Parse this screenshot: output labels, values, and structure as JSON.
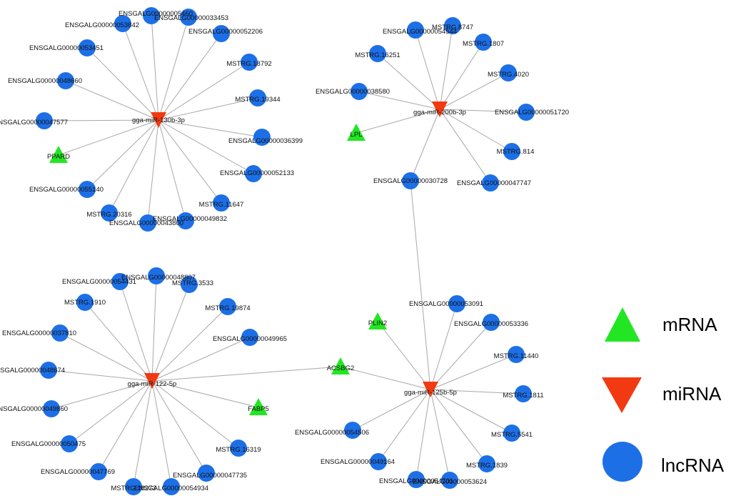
{
  "legend": [
    {
      "type": "mrna",
      "label": "mRNA"
    },
    {
      "type": "mirna",
      "label": "miRNA"
    },
    {
      "type": "lncrna",
      "label": "lncRNA"
    }
  ],
  "colors": {
    "mrna": "#22e622",
    "mirna": "#f23a12",
    "lncrna": "#1d6fe6",
    "edge": "#a8a8a8"
  },
  "nodes": [
    {
      "id": "m1",
      "type": "mirna",
      "label": "gga-miR-130b-3p"
    },
    {
      "id": "m2",
      "type": "mirna",
      "label": "gga-miR-200b-3p"
    },
    {
      "id": "m3",
      "type": "mirna",
      "label": "gga-miR-122-5p"
    },
    {
      "id": "m4",
      "type": "mirna",
      "label": "gga-miR-125b-5p"
    },
    {
      "id": "a1",
      "type": "lncrna",
      "label": "ENSGALG00000005460"
    },
    {
      "id": "a2",
      "type": "lncrna",
      "label": "ENSGALG00000033453"
    },
    {
      "id": "a3",
      "type": "lncrna",
      "label": "ENSGALG00000053842"
    },
    {
      "id": "a4",
      "type": "lncrna",
      "label": "ENSGALG00000052206"
    },
    {
      "id": "a5",
      "type": "lncrna",
      "label": "ENSGALG00000053451"
    },
    {
      "id": "a6",
      "type": "lncrna",
      "label": "MSTRG.18792"
    },
    {
      "id": "a7",
      "type": "lncrna",
      "label": "ENSGALG00000048660"
    },
    {
      "id": "a8",
      "type": "lncrna",
      "label": "MSTRG.19344"
    },
    {
      "id": "a9",
      "type": "lncrna",
      "label": "ENSGALG00000047577"
    },
    {
      "id": "a10",
      "type": "lncrna",
      "label": "ENSGALG00000036399"
    },
    {
      "id": "a11",
      "type": "mrna",
      "label": "PPARD"
    },
    {
      "id": "a12",
      "type": "lncrna",
      "label": "ENSGALG00000052133"
    },
    {
      "id": "a13",
      "type": "lncrna",
      "label": "ENSGALG00000055140"
    },
    {
      "id": "a14",
      "type": "lncrna",
      "label": "MSTRG.11647"
    },
    {
      "id": "a15",
      "type": "lncrna",
      "label": "MSTRG.20316"
    },
    {
      "id": "a16",
      "type": "lncrna",
      "label": "ENSGALG00000043800"
    },
    {
      "id": "a17",
      "type": "lncrna",
      "label": "ENSGALG00000049832"
    },
    {
      "id": "b1",
      "type": "lncrna",
      "label": "ENSGALG00000054544"
    },
    {
      "id": "b2",
      "type": "lncrna",
      "label": "MSTRG.8747"
    },
    {
      "id": "b3",
      "type": "lncrna",
      "label": "MSTRG.1807"
    },
    {
      "id": "b4",
      "type": "lncrna",
      "label": "MSTRG.16251"
    },
    {
      "id": "b5",
      "type": "lncrna",
      "label": "MSTRG.4020"
    },
    {
      "id": "b6",
      "type": "lncrna",
      "label": "ENSGALG00000038580"
    },
    {
      "id": "b7",
      "type": "lncrna",
      "label": "ENSGALG00000051720"
    },
    {
      "id": "b8",
      "type": "mrna",
      "label": "LPL"
    },
    {
      "id": "b9",
      "type": "lncrna",
      "label": "MSTRG.814"
    },
    {
      "id": "b10",
      "type": "lncrna",
      "label": "ENSGALG00000030728"
    },
    {
      "id": "b11",
      "type": "lncrna",
      "label": "ENSGALG00000047747"
    },
    {
      "id": "c1",
      "type": "lncrna",
      "label": "ENSGALG00000048807"
    },
    {
      "id": "c2",
      "type": "lncrna",
      "label": "ENSGALG00000054431"
    },
    {
      "id": "c3",
      "type": "lncrna",
      "label": "MSTRG.3533"
    },
    {
      "id": "c4",
      "type": "lncrna",
      "label": "MSTRG.1910"
    },
    {
      "id": "c5",
      "type": "lncrna",
      "label": "MSTRG.19874"
    },
    {
      "id": "c6",
      "type": "lncrna",
      "label": "ENSGALG00000037810"
    },
    {
      "id": "c7",
      "type": "lncrna",
      "label": "ENSGALG00000049965"
    },
    {
      "id": "c8",
      "type": "lncrna",
      "label": "ENSGALG00000048674"
    },
    {
      "id": "c9",
      "type": "mrna",
      "label": "ACSBG2"
    },
    {
      "id": "c10",
      "type": "lncrna",
      "label": "ENSGALG00000049860"
    },
    {
      "id": "c11",
      "type": "mrna",
      "label": "FABP5"
    },
    {
      "id": "c12",
      "type": "lncrna",
      "label": "ENSGALG00000050475"
    },
    {
      "id": "c13",
      "type": "lncrna",
      "label": "MSTRG.16319"
    },
    {
      "id": "c14",
      "type": "lncrna",
      "label": "ENSGALG00000047769"
    },
    {
      "id": "c15",
      "type": "lncrna",
      "label": "ENSGALG00000047735"
    },
    {
      "id": "c16",
      "type": "lncrna",
      "label": "MSTRG.18273"
    },
    {
      "id": "c17",
      "type": "lncrna",
      "label": "ENSGALG00000054934"
    },
    {
      "id": "d1",
      "type": "lncrna",
      "label": "ENSGALG00000053091"
    },
    {
      "id": "d2",
      "type": "mrna",
      "label": "PLIN2"
    },
    {
      "id": "d3",
      "type": "lncrna",
      "label": "ENSGALG00000053336"
    },
    {
      "id": "d4",
      "type": "lncrna",
      "label": "MSTRG.11440"
    },
    {
      "id": "d5",
      "type": "lncrna",
      "label": "MSTRG.1811"
    },
    {
      "id": "d6",
      "type": "lncrna",
      "label": "ENSGALG00000054506"
    },
    {
      "id": "d7",
      "type": "lncrna",
      "label": "MSTRG.5541"
    },
    {
      "id": "d8",
      "type": "lncrna",
      "label": "ENSGALG00000049164"
    },
    {
      "id": "d9",
      "type": "lncrna",
      "label": "MSTRG.1839"
    },
    {
      "id": "d10",
      "type": "lncrna",
      "label": "ENSGALG00000054701"
    },
    {
      "id": "d11",
      "type": "lncrna",
      "label": "ENSGALG00000053624"
    }
  ],
  "edges": [
    [
      "m1",
      "a1"
    ],
    [
      "m1",
      "a2"
    ],
    [
      "m1",
      "a3"
    ],
    [
      "m1",
      "a4"
    ],
    [
      "m1",
      "a5"
    ],
    [
      "m1",
      "a6"
    ],
    [
      "m1",
      "a7"
    ],
    [
      "m1",
      "a8"
    ],
    [
      "m1",
      "a9"
    ],
    [
      "m1",
      "a10"
    ],
    [
      "m1",
      "a11"
    ],
    [
      "m1",
      "a12"
    ],
    [
      "m1",
      "a13"
    ],
    [
      "m1",
      "a14"
    ],
    [
      "m1",
      "a15"
    ],
    [
      "m1",
      "a16"
    ],
    [
      "m1",
      "a17"
    ],
    [
      "m2",
      "b1"
    ],
    [
      "m2",
      "b2"
    ],
    [
      "m2",
      "b3"
    ],
    [
      "m2",
      "b4"
    ],
    [
      "m2",
      "b5"
    ],
    [
      "m2",
      "b6"
    ],
    [
      "m2",
      "b7"
    ],
    [
      "m2",
      "b8"
    ],
    [
      "m2",
      "b9"
    ],
    [
      "m2",
      "b10"
    ],
    [
      "m2",
      "b11"
    ],
    [
      "m4",
      "b10"
    ],
    [
      "m3",
      "c1"
    ],
    [
      "m3",
      "c2"
    ],
    [
      "m3",
      "c3"
    ],
    [
      "m3",
      "c4"
    ],
    [
      "m3",
      "c5"
    ],
    [
      "m3",
      "c6"
    ],
    [
      "m3",
      "c7"
    ],
    [
      "m3",
      "c8"
    ],
    [
      "m3",
      "c9"
    ],
    [
      "m3",
      "c10"
    ],
    [
      "m3",
      "c11"
    ],
    [
      "m3",
      "c12"
    ],
    [
      "m3",
      "c13"
    ],
    [
      "m3",
      "c14"
    ],
    [
      "m3",
      "c15"
    ],
    [
      "m3",
      "c16"
    ],
    [
      "m3",
      "c17"
    ],
    [
      "m4",
      "c9"
    ],
    [
      "m4",
      "d1"
    ],
    [
      "m4",
      "d2"
    ],
    [
      "m4",
      "d3"
    ],
    [
      "m4",
      "d4"
    ],
    [
      "m4",
      "d5"
    ],
    [
      "m4",
      "d6"
    ],
    [
      "m4",
      "d7"
    ],
    [
      "m4",
      "d8"
    ],
    [
      "m4",
      "d9"
    ],
    [
      "m4",
      "d10"
    ],
    [
      "m4",
      "d11"
    ]
  ]
}
